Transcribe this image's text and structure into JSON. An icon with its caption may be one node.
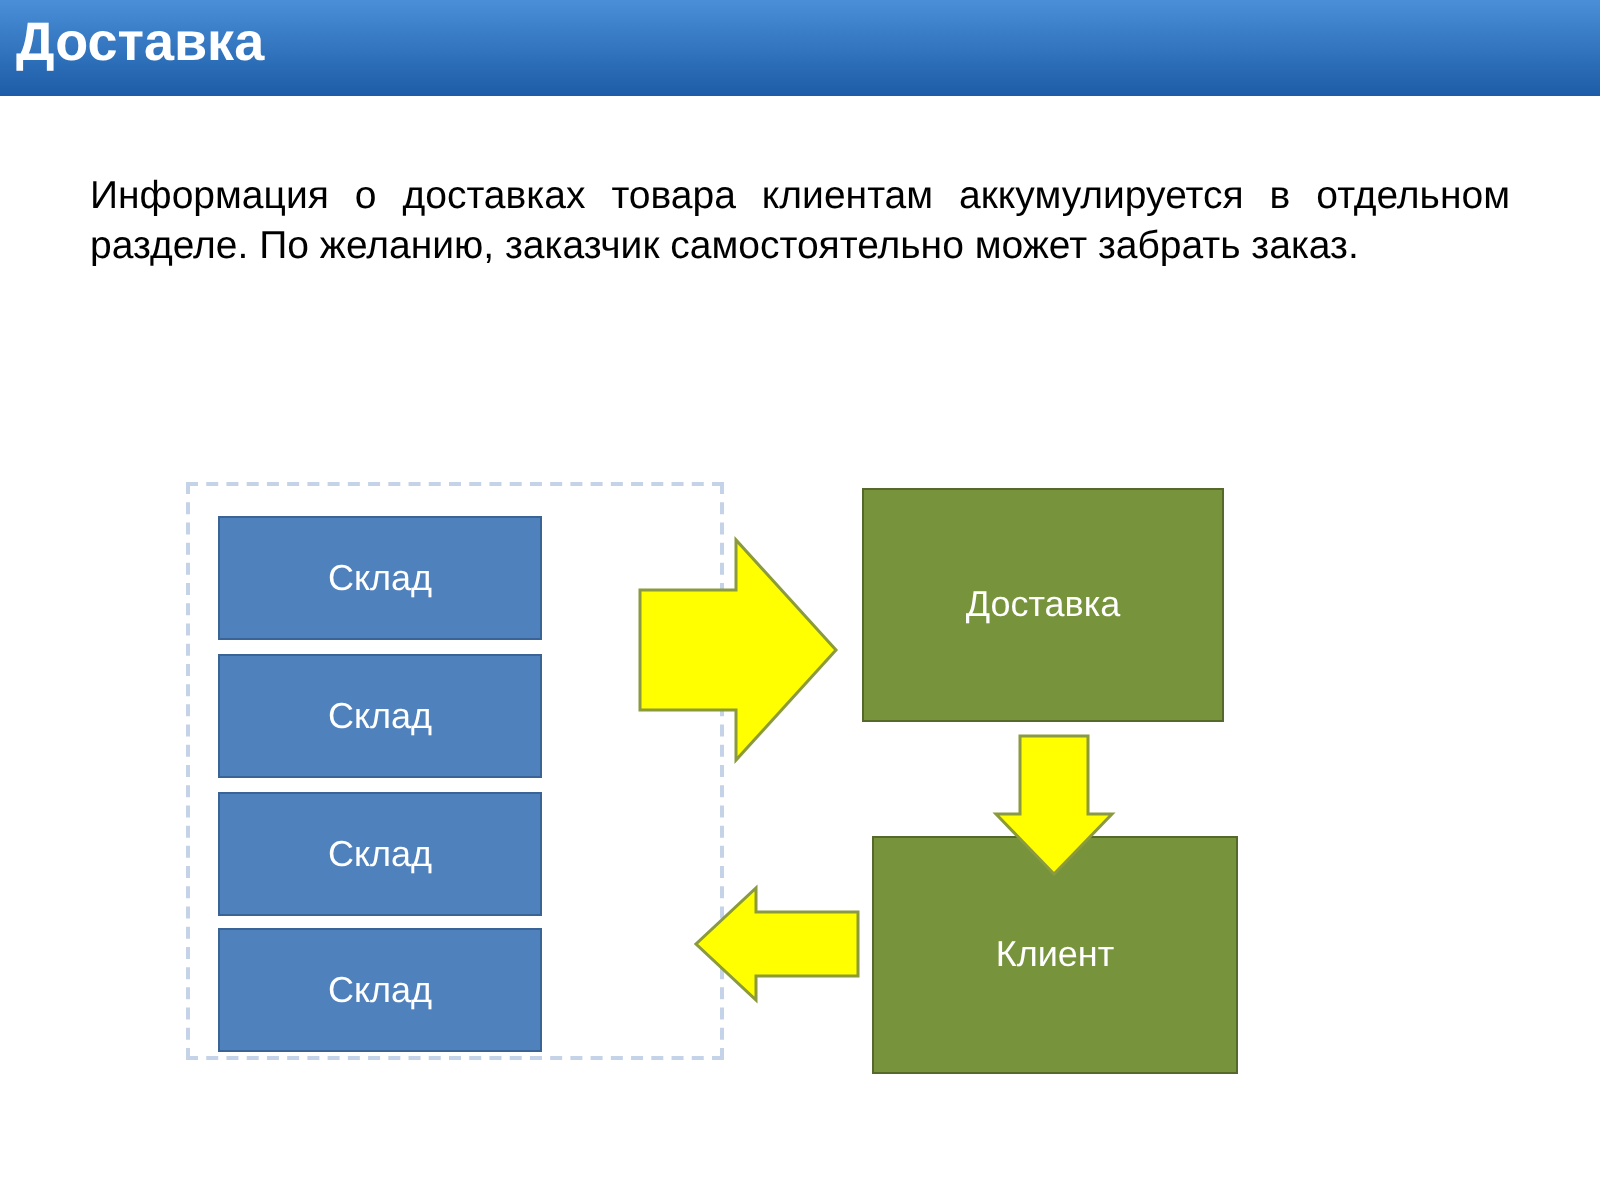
{
  "diagram": {
    "title": "Доставка",
    "nodes": [
      {
        "text": [],
        "shape": "box"
      },
      {
        "text": [
          "Склад"
        ],
        "in": 0
      },
      {
        "text": [
          "Склад"
        ],
        "in": 0
      },
      {
        "text": [
          "Склад"
        ],
        "in": 0
      },
      {
        "text": [
          "Склад"
        ],
        "in": 0
      },
      {
        "text": [
          "Доставка"
        ]
      },
      {
        "text": [
          "Клиент"
        ]
      }
    ],
    "edges": [
      {
        "from": 0,
        "to": 5,
        "arrow": "to"
      },
      {
        "from": 5,
        "to": 6,
        "arrow": "to"
      },
      {
        "from": 6,
        "to": 0,
        "arrow": "to"
      }
    ],
    "labels": [
      "Информация о доставках товара клиентам аккумулируется в отдельном разделе. По желанию, заказчик самостоятельно может забрать заказ."
    ]
  }
}
